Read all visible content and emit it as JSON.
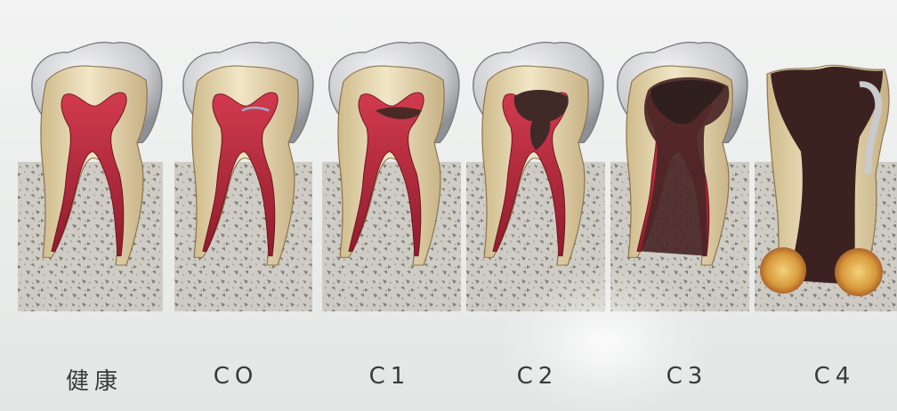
{
  "stages": [
    {
      "label": "健康"
    },
    {
      "label": "CO"
    },
    {
      "label": "C1"
    },
    {
      "label": "C2"
    },
    {
      "label": "C3"
    },
    {
      "label": "C4"
    }
  ]
}
